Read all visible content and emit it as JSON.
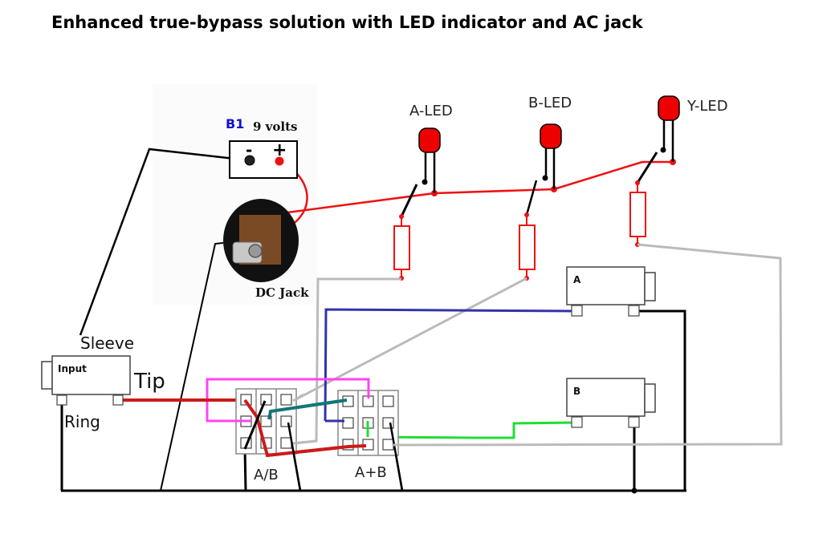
{
  "title": "Enhanced true-bypass solution with LED indicator and AC jack",
  "battery": {
    "ref": "B1",
    "voltage_label": "9 volts",
    "minus_symbol": "-",
    "plus_symbol": "+"
  },
  "dc_jack": {
    "label": "DC Jack"
  },
  "leds": [
    {
      "label": "A-LED"
    },
    {
      "label": "B-LED"
    },
    {
      "label": "Y-LED"
    }
  ],
  "input_jack": {
    "label": "Input",
    "sleeve_label": "Sleeve",
    "tip_label": "Tip",
    "ring_label": "Ring"
  },
  "output_jacks": [
    {
      "label": "A"
    },
    {
      "label": "B"
    }
  ],
  "switches": [
    {
      "label": "A/B"
    },
    {
      "label": "A+B"
    }
  ],
  "colors": {
    "power": "#ee1111",
    "signal_tip": "#cc1a1a",
    "ground": "#000000",
    "led_return": "#bbbbbb",
    "magenta": "#ff44ee",
    "teal": "#117777",
    "blue": "#3333aa",
    "green": "#22dd33",
    "led_body": "#ee0000"
  }
}
